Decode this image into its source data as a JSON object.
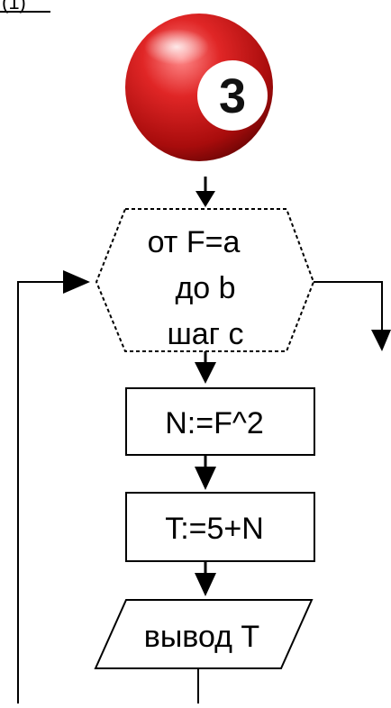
{
  "header": {
    "fragment": "(1)"
  },
  "badge": {
    "number": "3",
    "ball_color": "#d81e1e"
  },
  "flowchart": {
    "loop": {
      "line1": "от F=a",
      "line2": "до b",
      "line3": "шаг с"
    },
    "process_1": "N:=F^2",
    "process_2": "T:=5+N",
    "output": "вывод T"
  },
  "colors": {
    "line": "#000000",
    "background": "#ffffff"
  }
}
